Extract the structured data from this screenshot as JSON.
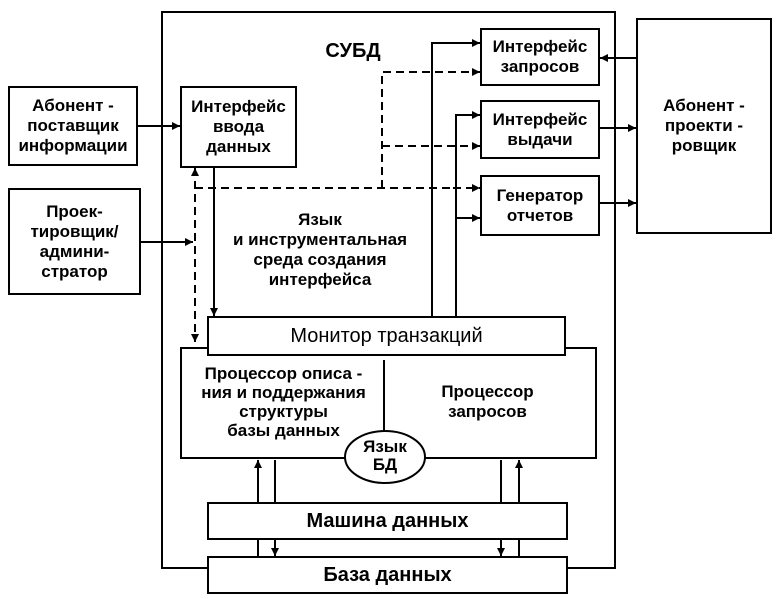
{
  "diagram": {
    "dbms_title": "СУБД",
    "subscriber_supplier": "Абонент -\nпоставщик\nинформации",
    "designer_admin": "Проек-\nтировщик/\nадмини-\nстратор",
    "subscriber_designer": "Абонент -\nпроекти -\nровщик",
    "input_interface": "Интерфейс\nввода\nданных",
    "query_interface": "Интерфейс\nзапросов",
    "output_interface": "Интерфейс\nвыдачи",
    "report_generator": "Генератор\nотчетов",
    "language_env": "Язык\nи инструментальная\nсреда создания\nинтерфейса",
    "transaction_monitor": "Монитор транзакций",
    "structure_processor": "Процессор описа -\nния и поддержания\nструктуры\nбазы данных",
    "query_processor": "Процессор\nзапросов",
    "db_language": "Язык\nБД",
    "data_machine": "Машина данных",
    "database": "База данных"
  }
}
